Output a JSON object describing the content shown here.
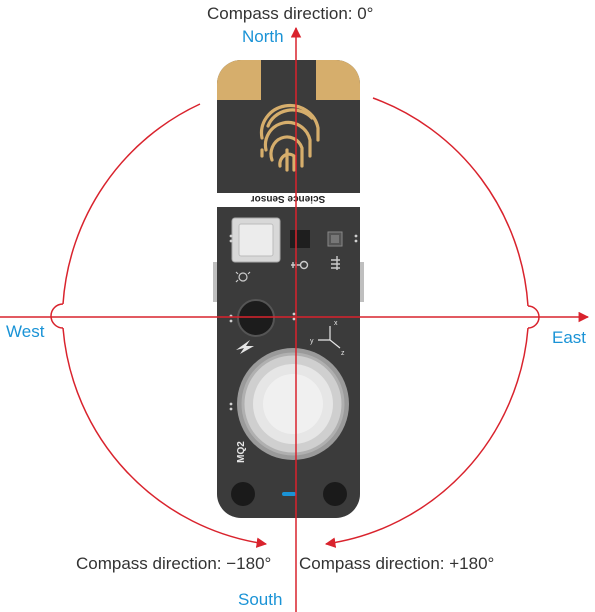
{
  "labels": {
    "top_direction": "Compass direction: 0°",
    "bottom_left_direction": "Compass direction: −180°",
    "bottom_right_direction": "Compass direction: +180°",
    "north": "North",
    "south": "South",
    "west": "West",
    "east": "East"
  },
  "board": {
    "name": "Science Sensor",
    "sensor_label": "MQ2",
    "axis_x": "x",
    "axis_y": "y",
    "axis_z": "z"
  },
  "colors": {
    "accent_red": "#d9232d",
    "cardinal_blue": "#1a93d6",
    "board_dark": "#3b3b3b",
    "board_gold": "#d6ae6c"
  }
}
